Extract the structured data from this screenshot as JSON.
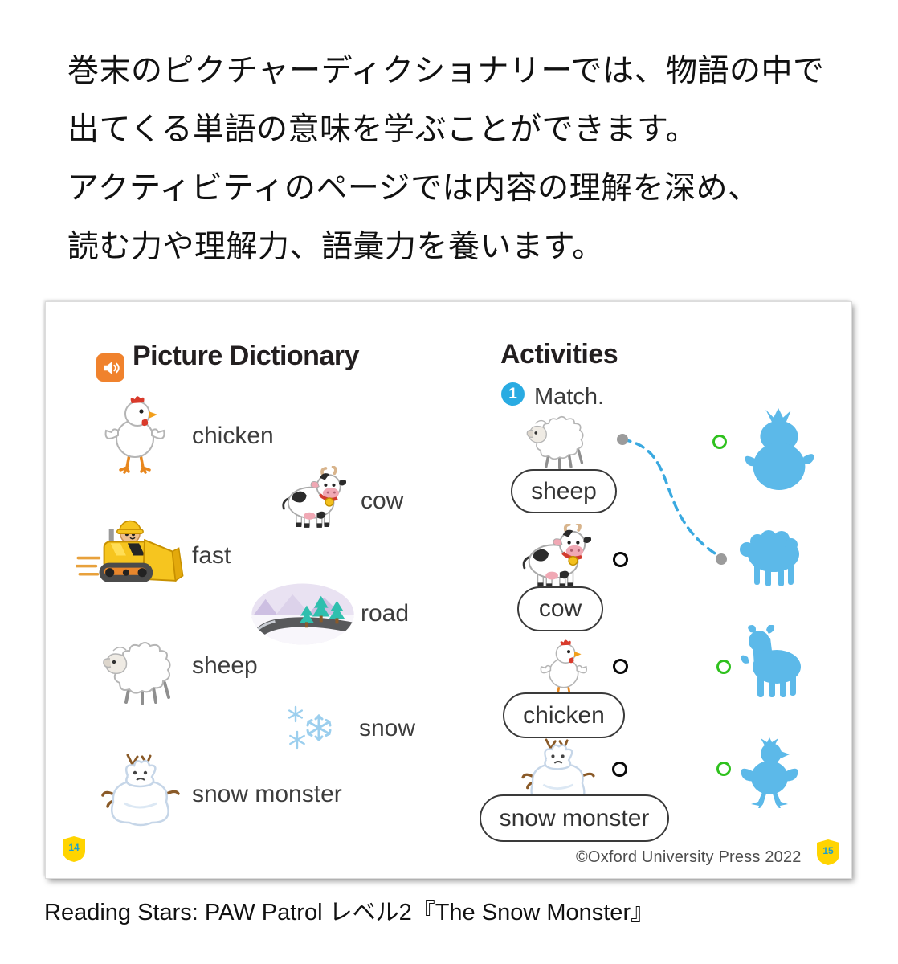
{
  "intro": {
    "lines": [
      "巻末のピクチャーディクショナリーでは、物語の中で",
      "出てくる単語の意味を学ぶことができます。",
      "アクティビティのページでは内容の理解を深め、",
      "読む力や理解力、語彙力を養います。"
    ]
  },
  "spread": {
    "left_page": {
      "audio_icon": "speaker-icon",
      "title": "Picture Dictionary",
      "entries": [
        {
          "word": "chicken",
          "image": "chicken"
        },
        {
          "word": "cow",
          "image": "cow"
        },
        {
          "word": "fast",
          "image": "bulldozer"
        },
        {
          "word": "road",
          "image": "winter-road"
        },
        {
          "word": "sheep",
          "image": "sheep"
        },
        {
          "word": "snow",
          "image": "snowflakes"
        },
        {
          "word": "snow monster",
          "image": "snow-monster"
        }
      ],
      "page_number": "14"
    },
    "right_page": {
      "title": "Activities",
      "activity": {
        "number": "1",
        "instruction": "Match."
      },
      "match_items": [
        {
          "label": "sheep",
          "image": "sheep",
          "silhouette": "snow-monster",
          "left_marker": "line-start-dot",
          "right_marker": "green-circle"
        },
        {
          "label": "cow",
          "image": "cow",
          "silhouette": "sheep",
          "left_marker": "black-circle",
          "right_marker": "line-end-dot"
        },
        {
          "label": "chicken",
          "image": "chicken",
          "silhouette": "cow",
          "left_marker": "black-circle",
          "right_marker": "green-circle"
        },
        {
          "label": "snow monster",
          "image": "snow-monster",
          "silhouette": "chicken",
          "left_marker": "black-circle",
          "right_marker": "green-circle"
        }
      ],
      "copyright": "©Oxford University Press 2022",
      "page_number": "15"
    }
  },
  "caption": "Reading Stars: PAW Patrol レベル2『The Snow Monster』",
  "colors": {
    "accent_orange": "#F0822D",
    "activity_blue": "#29ABE2",
    "silhouette_blue": "#5CB9E9",
    "answer_green": "#2FC11E",
    "badge_yellow": "#FFD400",
    "dashed_line_blue": "#3AA9E0"
  }
}
